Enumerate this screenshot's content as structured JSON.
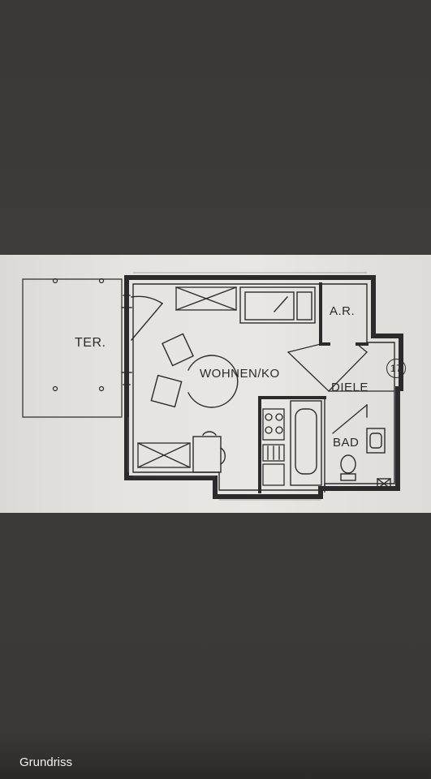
{
  "image": {
    "alt": "Grundriss"
  },
  "plan": {
    "rooms": {
      "terrace": "TER.",
      "living": "WOHNEN/KO",
      "storage": "A.R.",
      "hall": "DIELE",
      "bath": "BAD"
    },
    "unit_number": "17"
  },
  "caption": {
    "text": "Grundriss"
  }
}
